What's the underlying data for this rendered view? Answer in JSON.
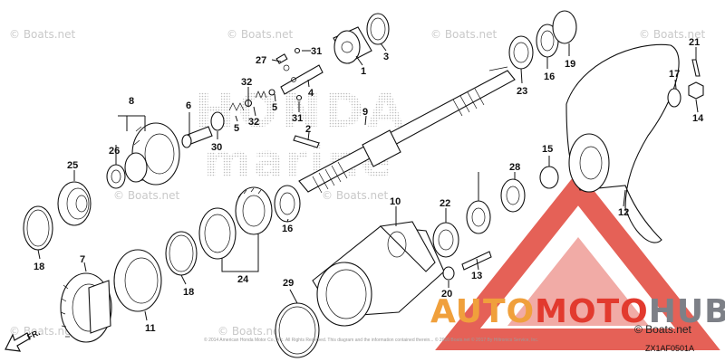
{
  "diagram": {
    "callouts": [
      {
        "id": "c1",
        "text": "1"
      },
      {
        "id": "c2",
        "text": "2"
      },
      {
        "id": "c3",
        "text": "3"
      },
      {
        "id": "c4",
        "text": "4"
      },
      {
        "id": "c5a",
        "text": "5"
      },
      {
        "id": "c5b",
        "text": "5"
      },
      {
        "id": "c6",
        "text": "6"
      },
      {
        "id": "c7",
        "text": "7"
      },
      {
        "id": "c8",
        "text": "8"
      },
      {
        "id": "c9",
        "text": "9"
      },
      {
        "id": "c10",
        "text": "10"
      },
      {
        "id": "c11",
        "text": "11"
      },
      {
        "id": "c12",
        "text": "12"
      },
      {
        "id": "c13",
        "text": "13"
      },
      {
        "id": "c14",
        "text": "14"
      },
      {
        "id": "c15",
        "text": "15"
      },
      {
        "id": "c16a",
        "text": "16"
      },
      {
        "id": "c16b",
        "text": "16"
      },
      {
        "id": "c17",
        "text": "17"
      },
      {
        "id": "c18a",
        "text": "18"
      },
      {
        "id": "c18b",
        "text": "18"
      },
      {
        "id": "c19",
        "text": "19"
      },
      {
        "id": "c20",
        "text": "20"
      },
      {
        "id": "c21",
        "text": "21"
      },
      {
        "id": "c22",
        "text": "22"
      },
      {
        "id": "c23",
        "text": "23"
      },
      {
        "id": "c24",
        "text": "24"
      },
      {
        "id": "c25",
        "text": "25"
      },
      {
        "id": "c26",
        "text": "26"
      },
      {
        "id": "c27",
        "text": "27"
      },
      {
        "id": "c28",
        "text": "28"
      },
      {
        "id": "c29",
        "text": "29"
      },
      {
        "id": "c30",
        "text": "30"
      },
      {
        "id": "c31a",
        "text": "31"
      },
      {
        "id": "c31b",
        "text": "31"
      },
      {
        "id": "c32a",
        "text": "32"
      },
      {
        "id": "c32b",
        "text": "32"
      }
    ],
    "front_marker": "FR.",
    "diagram_code": "ZX1AF0501A",
    "copyright_text": "© Boats.net",
    "watermark_text": "© Boats.net",
    "fine_print": "© 2014 American Honda Motor Co., Inc. All Rights Reserved. This diagram and the information contained therein... © 2016 Boats.net © 2017 By Hiltronics Service, Inc."
  },
  "overlay": {
    "brand_text": "AUTOMOTOHUB",
    "brand_part_a": "AUTO",
    "brand_part_b": "MOTO",
    "brand_part_c": "HUB",
    "ghost_logo_line1": "HONDA",
    "ghost_logo_line2": "marine",
    "colors": {
      "brand_orange": "#f0a03c",
      "brand_red": "#e23a2e",
      "brand_gray": "#7d8087",
      "triangle_red": "#e0453a"
    }
  }
}
